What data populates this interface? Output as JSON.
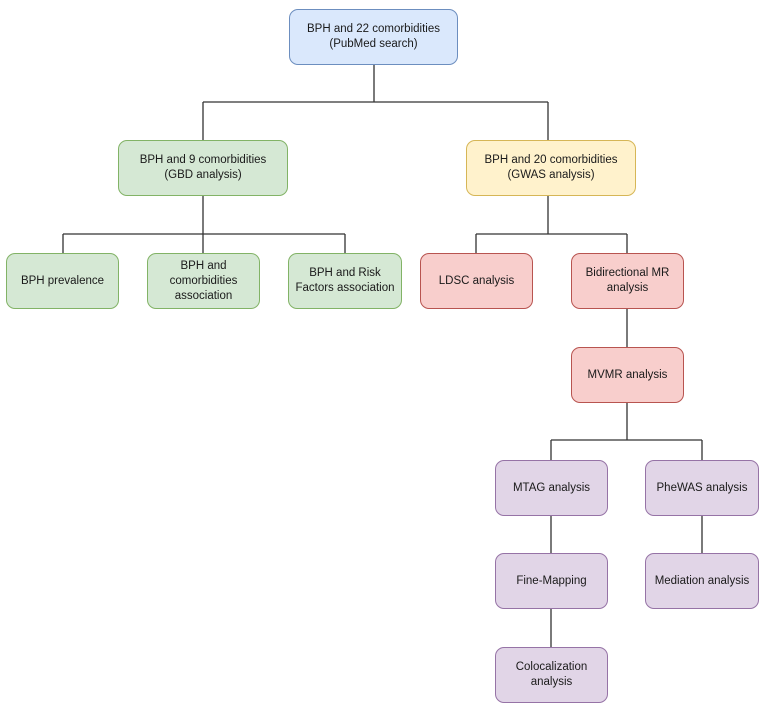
{
  "nodes": {
    "root": {
      "line1": "BPH and 22 comorbidities",
      "line2": "(PubMed search)"
    },
    "gbd": {
      "line1": "BPH and 9 comorbidities",
      "line2": "(GBD analysis)"
    },
    "gwas": {
      "line1": "BPH and 20 comorbidities",
      "line2": "(GWAS analysis)"
    },
    "prevalence": {
      "line1": "BPH prevalence"
    },
    "comorb": {
      "line1": "BPH and",
      "line2": "comorbidities",
      "line3": "association"
    },
    "risk": {
      "line1": "BPH and Risk",
      "line2": "Factors association"
    },
    "ldsc": {
      "line1": "LDSC analysis"
    },
    "bimr": {
      "line1": "Bidirectional MR",
      "line2": "analysis"
    },
    "mvmr": {
      "line1": "MVMR analysis"
    },
    "mtag": {
      "line1": "MTAG analysis"
    },
    "phewas": {
      "line1": "PheWAS analysis"
    },
    "finemap": {
      "line1": "Fine-Mapping"
    },
    "mediation": {
      "line1": "Mediation analysis"
    },
    "coloc": {
      "line1": "Colocalization",
      "line2": "analysis"
    }
  },
  "colors": {
    "blue": "#dae8fc",
    "green": "#d5e8d4",
    "yellow": "#fff2cc",
    "red": "#f8cecc",
    "purple": "#e1d5e7",
    "connector": "#333333"
  }
}
